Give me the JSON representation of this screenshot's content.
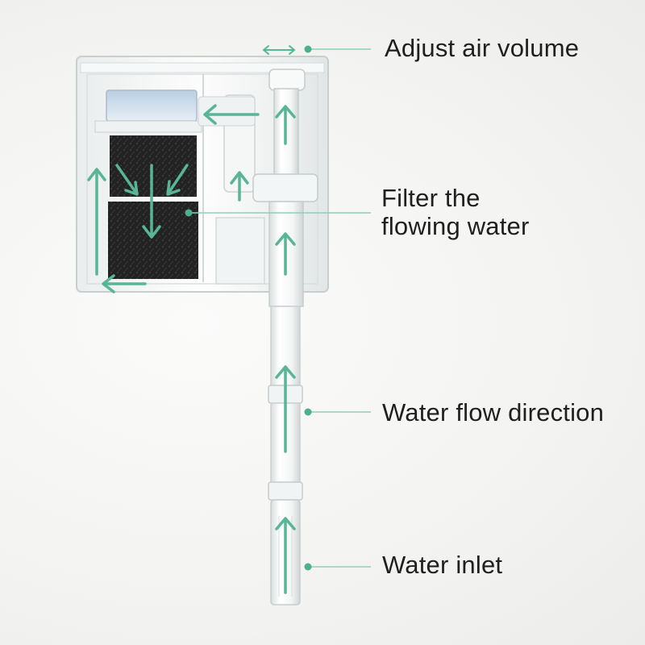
{
  "callouts": {
    "adjust_air": "Adjust air volume",
    "filter_line1": "Filter the",
    "filter_line2": "flowing water",
    "flow_direction": "Water flow direction",
    "water_inlet": "Water inlet"
  },
  "colors": {
    "accent": "#4caf8e",
    "arrow": "#58b596",
    "sponge": "#1e1e1e",
    "text": "#1f1f1f",
    "background": "#f4f4f2"
  },
  "icons": {
    "product": "hang-on-back-aquarium-filter",
    "arrows": "flow-arrow-icon",
    "dots": "callout-dot-icon"
  }
}
